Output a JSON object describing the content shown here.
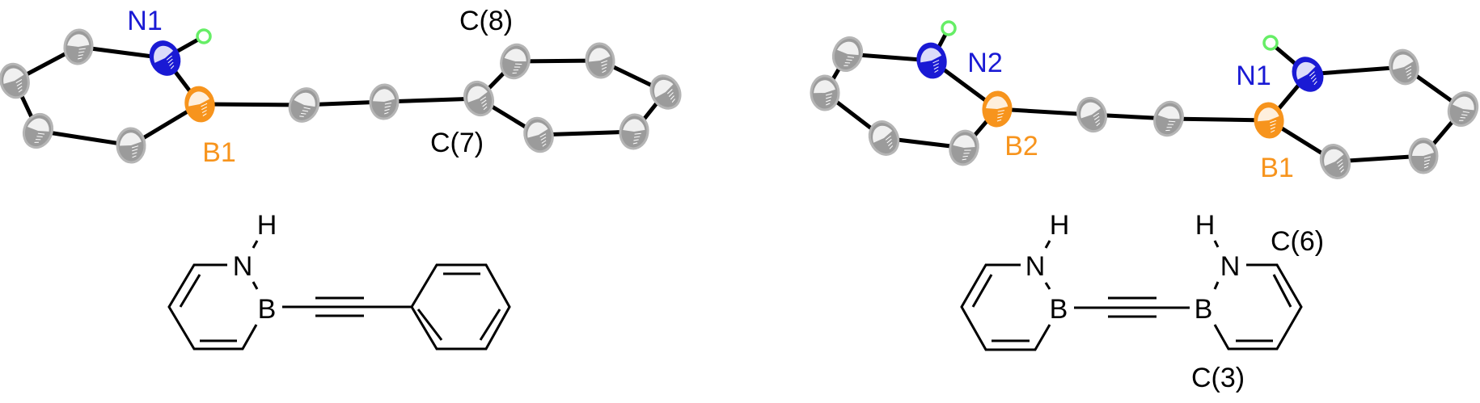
{
  "colors": {
    "nitrogen": "#1a1ad4",
    "boron": "#f7941d",
    "hydrogen": "#66ee66",
    "carbon": "#9b9b9b",
    "text": "#000000"
  },
  "ortep_left": {
    "n1": "N1",
    "b1": "B1",
    "c8": "C(8)",
    "c7": "C(7)"
  },
  "ortep_right": {
    "n2": "N2",
    "n1": "N1",
    "b2": "B2",
    "b1": "B1"
  },
  "structure_left": {
    "h": "H",
    "n": "N",
    "b": "B"
  },
  "structure_right": {
    "h1": "H",
    "n1": "N",
    "b1": "B",
    "h2": "H",
    "n2": "N",
    "b2": "B",
    "c6": "C(6)",
    "c3": "C(3)"
  }
}
